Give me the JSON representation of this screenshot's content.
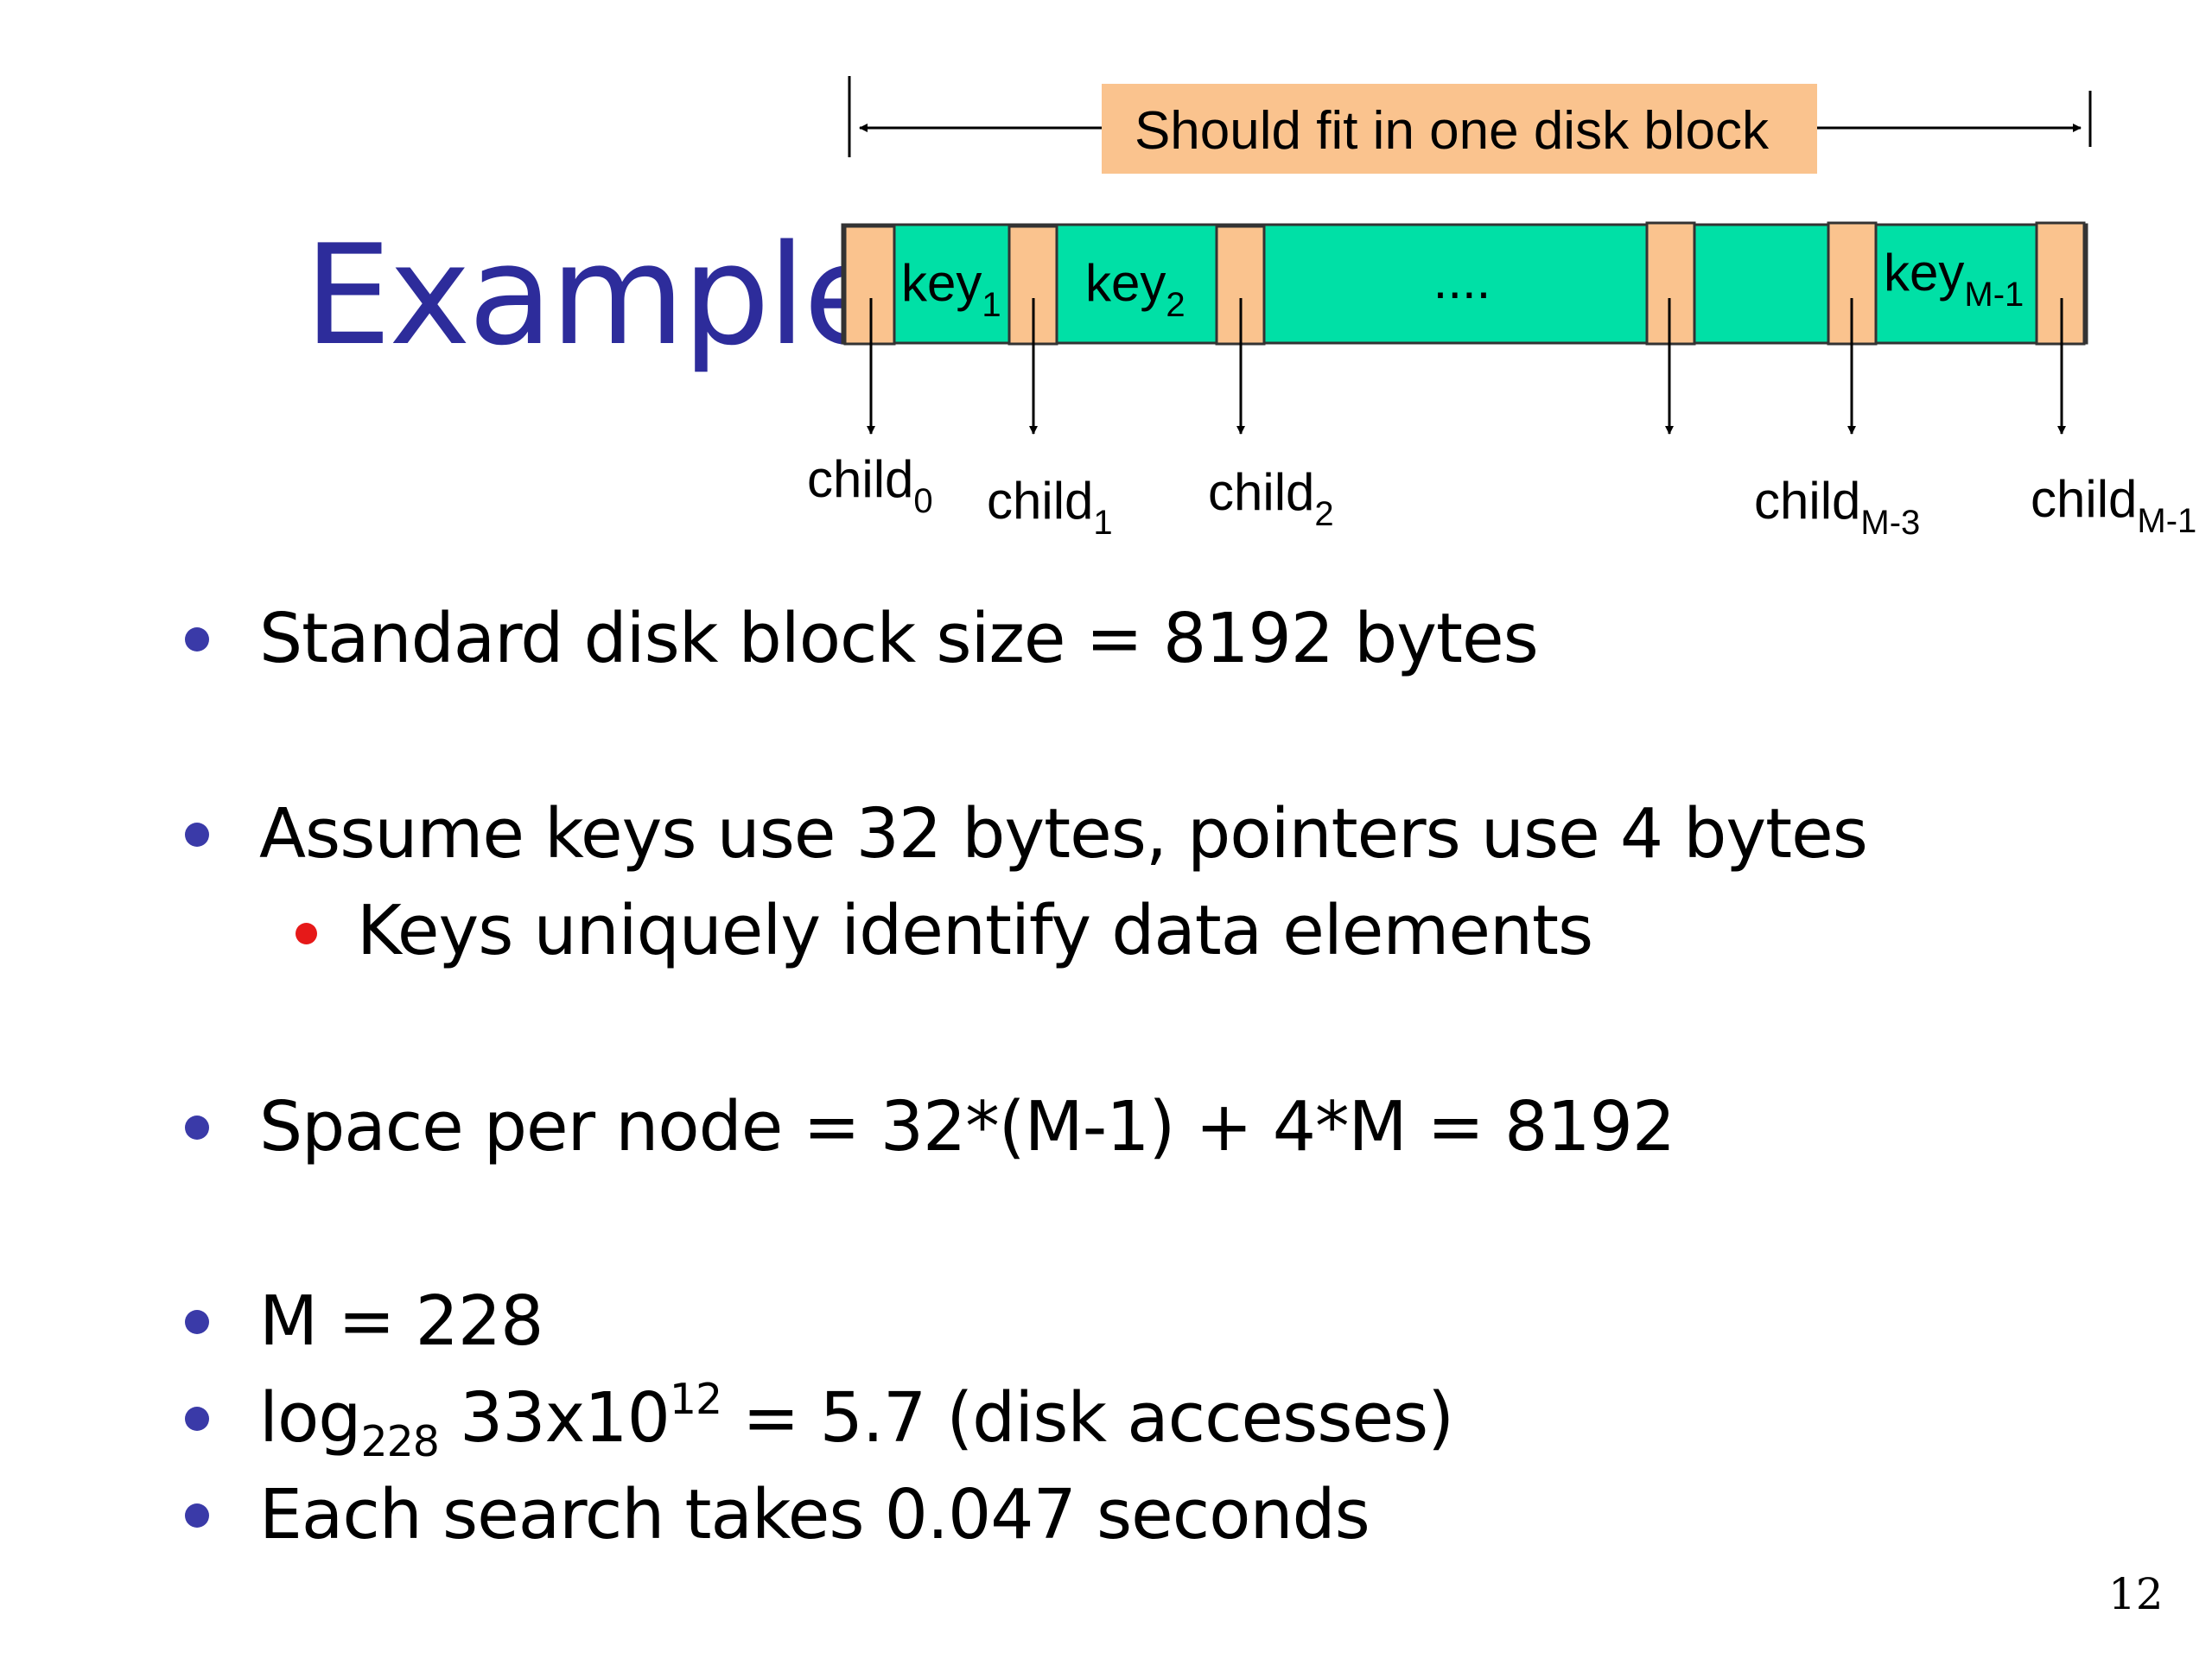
{
  "slide": {
    "title": "Example",
    "page_number": "12"
  },
  "diagram": {
    "banner": "Should fit in one disk block",
    "keys": [
      {
        "base": "key",
        "sub": "1"
      },
      {
        "base": "key",
        "sub": "2"
      },
      {
        "base": "key",
        "sub": "M-1"
      }
    ],
    "ellipsis": "....",
    "children": [
      {
        "base": "child",
        "sub": "0"
      },
      {
        "base": "child",
        "sub": "1"
      },
      {
        "base": "child",
        "sub": "2"
      },
      {
        "base": "child",
        "sub": "M-3"
      },
      {
        "base": "child",
        "sub": "M-1"
      }
    ],
    "colors": {
      "key_fill": "#00e0a6",
      "pointer_fill": "#fac38e",
      "banner_fill": "#fac38e",
      "outline": "#333333",
      "title": "#2d2c9b",
      "bullet": "#3a3aa8",
      "sub_bullet": "#e61919"
    }
  },
  "bullets": [
    {
      "text": "Standard disk block size = 8192 bytes"
    },
    {
      "text": "Assume keys use 32 bytes, pointers use 4 bytes"
    },
    {
      "text": "Keys uniquely identify data elements",
      "level": 2
    },
    {
      "text": "Space per node = 32*(M-1) + 4*M = 8192"
    },
    {
      "text": "M = 228"
    },
    {
      "log": {
        "prefix": "log",
        "base": "228",
        "mantissa": "33x10",
        "exponent": "12",
        "suffix": " = 5.7 (disk accesses)"
      }
    },
    {
      "text": "Each search takes 0.047 seconds"
    }
  ]
}
